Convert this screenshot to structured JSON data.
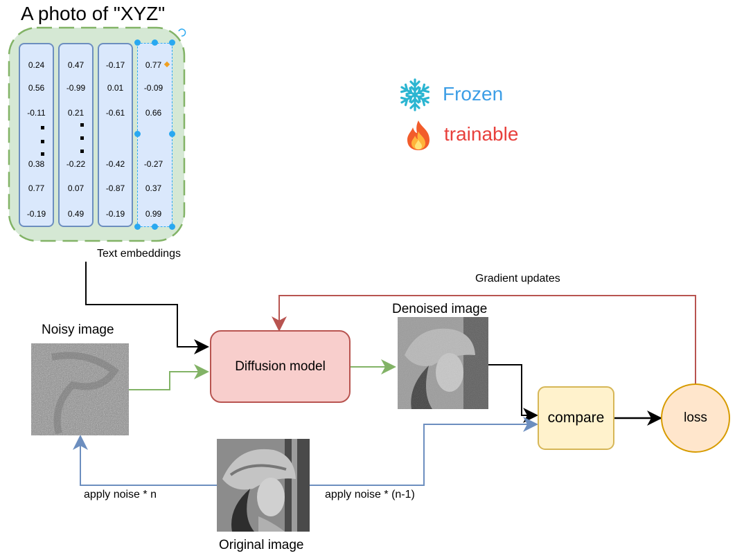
{
  "title": "A photo of \"XYZ\"",
  "embeddings": {
    "label": "Text embeddings",
    "columns": [
      {
        "top": [
          "0.24",
          "0.56",
          "-0.11"
        ],
        "bottom": [
          "0.38",
          "0.77",
          "-0.19"
        ],
        "dots": [
          ":",
          "·"
        ]
      },
      {
        "top": [
          "0.47",
          "-0.99",
          "0.21"
        ],
        "bottom": [
          "-0.22",
          "0.07",
          "0.49"
        ],
        "dots": [
          "·",
          ":"
        ]
      },
      {
        "top": [
          "-0.17",
          "0.01",
          "-0.61"
        ],
        "bottom": [
          "-0.42",
          "-0.87",
          "-0.19"
        ],
        "dots": []
      },
      {
        "top": [
          "0.77",
          "-0.09",
          "0.66"
        ],
        "bottom": [
          "-0.27",
          "0.37",
          "0.99"
        ],
        "dots": []
      }
    ]
  },
  "legend": {
    "frozen": {
      "icon": "snowflake-icon",
      "label": "Frozen",
      "color": "#3d9ee6"
    },
    "trainable": {
      "icon": "fire-icon",
      "label": "trainable",
      "color": "#e8403c"
    }
  },
  "nodes": {
    "noisy_image": "Noisy image",
    "denoised_image": "Denoised image",
    "original_image": "Original image",
    "diffusion_model": "Diffusion model",
    "compare": "compare",
    "loss": "loss"
  },
  "edges": {
    "gradient_updates": "Gradient updates",
    "apply_noise_n": "apply noise * n",
    "apply_noise_n_minus_1": "apply noise * (n-1)"
  },
  "colors": {
    "embedding_fill": "#dae8fc",
    "embedding_stroke": "#6c8ebf",
    "group_fill": "#d5e8d4",
    "group_stroke": "#82b366",
    "diffusion_fill": "#f8cecc",
    "diffusion_stroke": "#b85450",
    "compare_fill": "#fff2cc",
    "compare_stroke": "#d6b656",
    "loss_fill": "#ffe6cc",
    "loss_stroke": "#d79b00",
    "green_arrow": "#82b366",
    "blue_arrow": "#6c8ebf",
    "red_arrow": "#b85450"
  }
}
